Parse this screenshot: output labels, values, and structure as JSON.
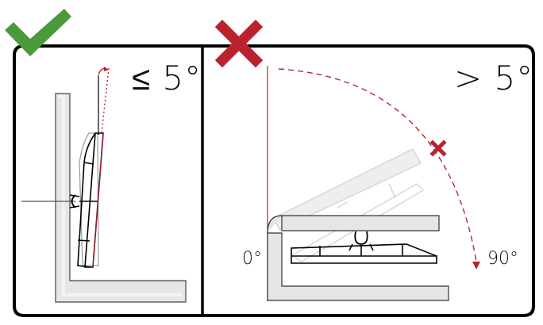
{
  "panels": [
    {
      "id": "allowed",
      "status": "correct",
      "status_icon": "checkmark-icon",
      "label": "≤ 5°",
      "description": "Wall-mounted monitor tilted forward up to 5 degrees"
    },
    {
      "id": "not-allowed",
      "status": "incorrect",
      "status_icon": "cross-icon",
      "label": "> 5°",
      "angle_start": "0°",
      "angle_end": "90°",
      "description": "Ceiling-mounted monitor tilt beyond 5 degrees is not allowed"
    }
  ],
  "colors": {
    "check": "#4a9a3c",
    "cross": "#b9232f",
    "frame": "#000000",
    "wall_fill": "#e6e6e6",
    "ghost": "#cfcfcf"
  }
}
